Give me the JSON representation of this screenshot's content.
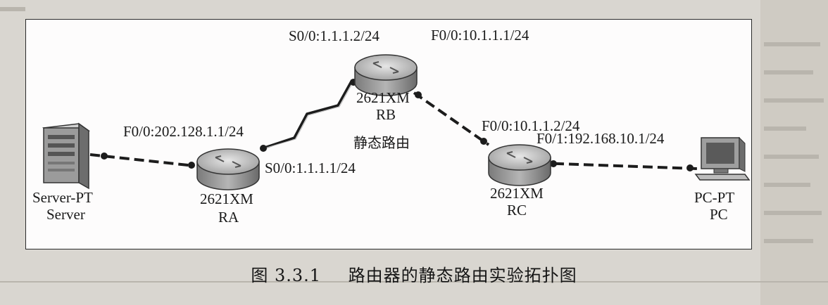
{
  "figure": {
    "number": "图 3.3.1",
    "title": "路由器的静态路由实验拓扑图"
  },
  "devices": {
    "server": {
      "type": "Server-PT",
      "name": "Server"
    },
    "ra": {
      "model": "2621XM",
      "name": "RA"
    },
    "rb": {
      "model": "2621XM",
      "name": "RB",
      "note": "静态路由"
    },
    "rc": {
      "model": "2621XM",
      "name": "RC"
    },
    "pc": {
      "type": "PC-PT",
      "name": "PC"
    }
  },
  "interfaces": {
    "ra_f00": "F0/0:202.128.1.1/24",
    "ra_s00": "S0/0:1.1.1.1/24",
    "rb_s00": "S0/0:1.1.1.2/24",
    "rb_f00": "F0/0:10.1.1.1/24",
    "rc_f00": "F0/0:10.1.1.2/24",
    "rc_f01": "F0/1:192.168.10.1/24"
  },
  "colors": {
    "link": "#1c1c1c",
    "router_body": "#9a9a9a",
    "router_top": "#c8c8c8"
  }
}
